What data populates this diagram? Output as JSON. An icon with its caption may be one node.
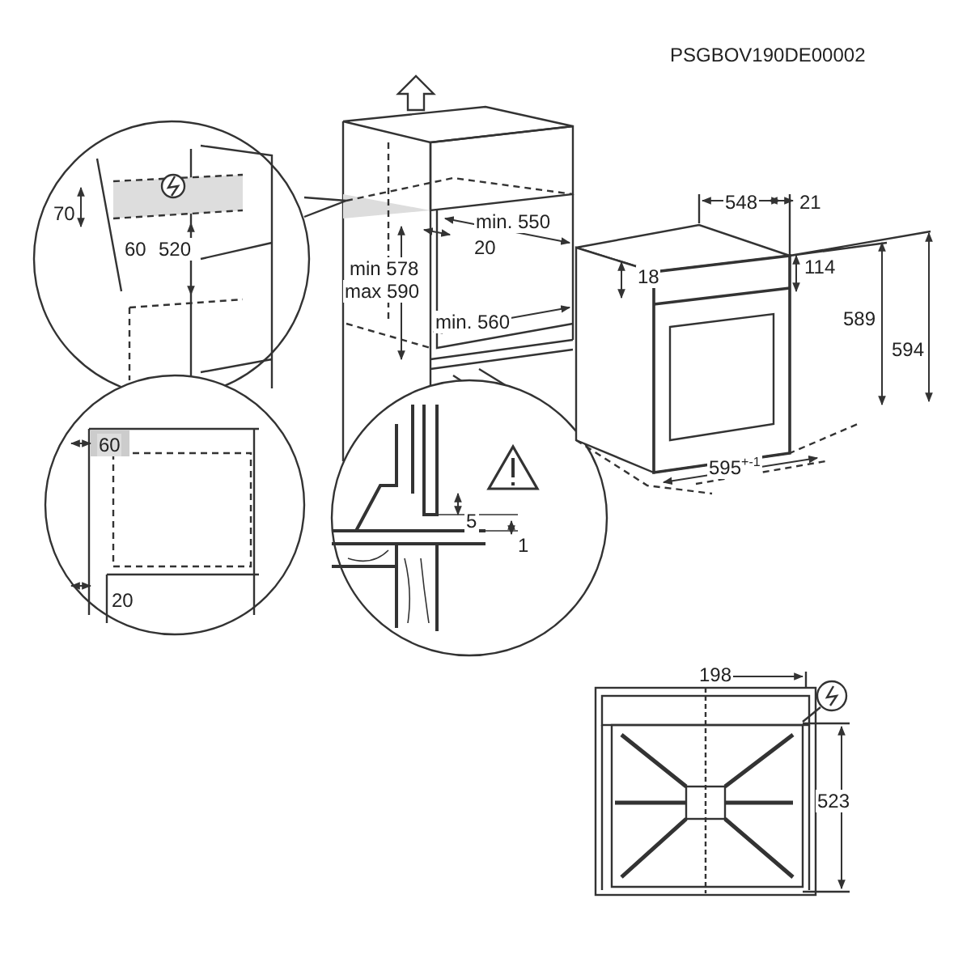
{
  "diagram": {
    "labels": [
      "PSGBOV190DE00002",
      "70",
      "60",
      "520",
      "min. 550",
      "20",
      "min 578",
      "max 590",
      "min. 560",
      "548",
      "21",
      "18",
      "114",
      "589",
      "594",
      "595$^{+-1}$",
      "60",
      "20",
      "5",
      "1",
      "198",
      "523"
    ]
  }
}
